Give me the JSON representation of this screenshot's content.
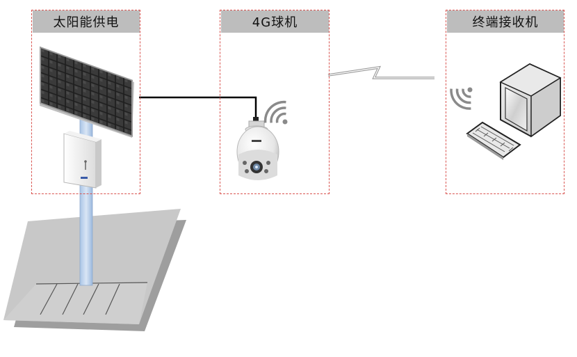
{
  "sections": {
    "solar": {
      "title": "太阳能供电"
    },
    "camera": {
      "title": "4G球机"
    },
    "terminal": {
      "title": "终端接收机"
    }
  }
}
